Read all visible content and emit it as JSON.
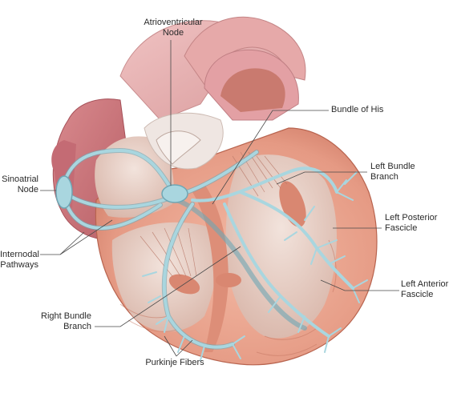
{
  "labels": {
    "av_node": [
      "Atrioventricular",
      "Node"
    ],
    "bundle_of_his": "Bundle of His",
    "left_bundle_branch": [
      "Left Bundle",
      "Branch"
    ],
    "sinoatrial_node": [
      "Sinoatrial",
      "Node"
    ],
    "left_posterior_fascicle": [
      "Left Posterior",
      "Fascicle"
    ],
    "internodal_pathways": [
      "Internodal",
      "Pathways"
    ],
    "left_anterior_fascicle": [
      "Left Anterior",
      "Fascicle"
    ],
    "right_bundle_branch": [
      "Right Bundle",
      "Branch"
    ],
    "purkinje_fibers": "Purkinje Fibers"
  },
  "colors": {
    "muscle": "#e9a58f",
    "muscle_dark": "#c9705e",
    "chamber": "#efd9cf",
    "aorta": "#e7b2b2",
    "valve": "#ede6e3",
    "conduction": "#a9d6df",
    "conduction_edge": "#6fa7b5",
    "leader": "#4a4a4a"
  }
}
